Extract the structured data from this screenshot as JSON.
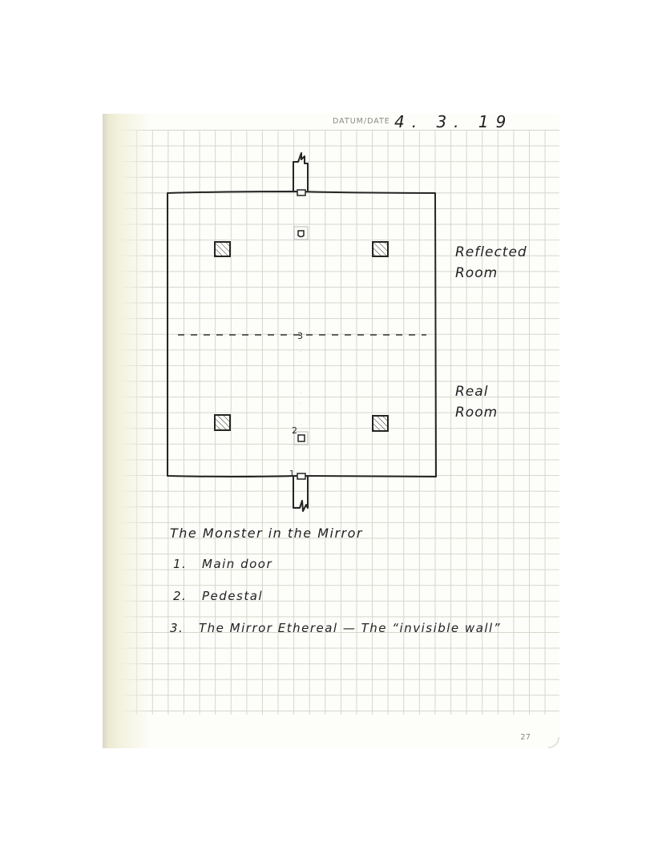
{
  "header": {
    "date_label": "DATUM/DATE",
    "date_value": "4. 3. 19"
  },
  "map": {
    "markers": {
      "door": "1",
      "pedestal": "2",
      "mirror": "3"
    },
    "room_labels": {
      "reflected": [
        "Reflected",
        "Room"
      ],
      "real": [
        "Real",
        "Room"
      ]
    }
  },
  "legend": {
    "title": "The Monster in the Mirror",
    "items": [
      {
        "number": "1.",
        "text": "Main door"
      },
      {
        "number": "2.",
        "text": "Pedestal"
      },
      {
        "number": "3.",
        "text": "The Mirror Ethereal — The “invisible wall”"
      }
    ]
  },
  "footer": {
    "page_number": "27"
  },
  "colors": {
    "ink": "#222222",
    "grid": "#d6d6cc",
    "paper": "#fdfdfa"
  }
}
